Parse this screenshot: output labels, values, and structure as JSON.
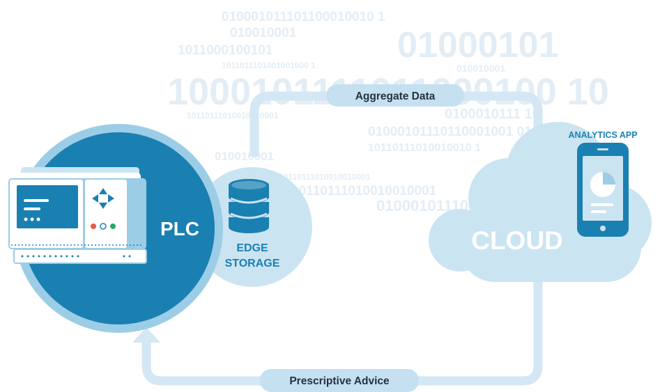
{
  "diagram": {
    "binary_text": [
      "010001011101100010010 1",
      "010010001",
      "1011000100101",
      "1011011101001001000 1",
      "01000101",
      "010010001",
      "1000101111011000100 10",
      "10110111010010010001",
      "0100010111 10",
      "01000101110110001001 01",
      "10110111010010010 1",
      "010010001",
      "10110111010010010001",
      "10110111010010010001",
      "010001011101"
    ],
    "plc": {
      "label": "PLC"
    },
    "edge_storage": {
      "label_line1": "EDGE",
      "label_line2": "STORAGE"
    },
    "cloud": {
      "label": "CLOUD"
    },
    "analytics_app": {
      "label": "ANALYTICS APP"
    },
    "flows": {
      "top": "Aggregate Data",
      "bottom": "Prescriptive Advice"
    },
    "colors": {
      "dark_blue": "#1a80b2",
      "mid_blue": "#9ccde6",
      "light_blue": "#cbe4f2",
      "flow_line": "#d6e9f5",
      "pill": "#c5e0f0",
      "text_dark": "#263240"
    }
  }
}
